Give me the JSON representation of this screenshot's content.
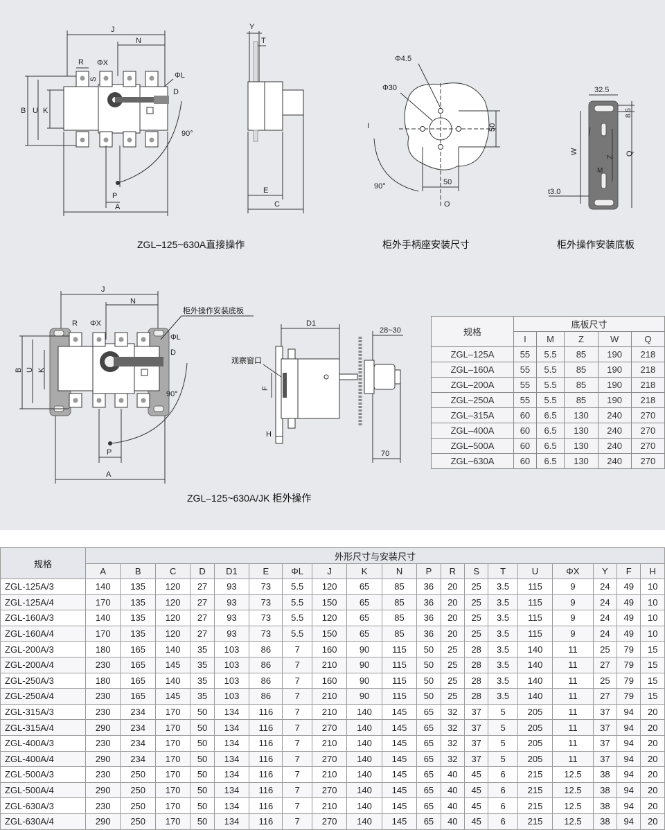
{
  "captions": {
    "direct": "ZGL–125~630A直接操作",
    "handle_seat": "柜外手柄座安装尺寸",
    "base_plate": "柜外操作安装底板",
    "external": "ZGL–125~630A/JK 柜外操作"
  },
  "labels": {
    "J": "J",
    "N": "N",
    "R": "R",
    "S": "S",
    "phiX": "ΦX",
    "phiL": "ΦL",
    "D": "D",
    "B": "B",
    "U": "U",
    "K": "K",
    "P": "P",
    "A": "A",
    "deg90": "90°",
    "Y": "Y",
    "T": "T",
    "E": "E",
    "C": "C",
    "phi45": "Φ4.5",
    "phi30": "Φ30",
    "I": "I",
    "O": "O",
    "n50": "50",
    "n325": "32.5",
    "n85": "8.5",
    "W": "W",
    "Z": "Z",
    "Q": "Q",
    "M": "M",
    "t30": "t3.0",
    "D1": "D1",
    "n2830": "28~30",
    "n70": "70",
    "F": "F",
    "H": "H",
    "window": "观察窗口",
    "plate_note": "柜外操作安装底板"
  },
  "plate_table": {
    "model_header": "规格",
    "group_header": "底板尺寸",
    "columns": [
      "I",
      "M",
      "Z",
      "W",
      "Q"
    ],
    "rows": [
      [
        "ZGL–125A",
        "55",
        "5.5",
        "85",
        "190",
        "218"
      ],
      [
        "ZGL–160A",
        "55",
        "5.5",
        "85",
        "190",
        "218"
      ],
      [
        "ZGL–200A",
        "55",
        "5.5",
        "85",
        "190",
        "218"
      ],
      [
        "ZGL–250A",
        "55",
        "5.5",
        "85",
        "190",
        "218"
      ],
      [
        "ZGL–315A",
        "60",
        "6.5",
        "130",
        "240",
        "270"
      ],
      [
        "ZGL–400A",
        "60",
        "6.5",
        "130",
        "240",
        "270"
      ],
      [
        "ZGL–500A",
        "60",
        "6.5",
        "130",
        "240",
        "270"
      ],
      [
        "ZGL–630A",
        "60",
        "6.5",
        "130",
        "240",
        "270"
      ]
    ]
  },
  "main_table": {
    "model_header": "规格",
    "group_header": "外形尺寸与安装尺寸",
    "columns": [
      "A",
      "B",
      "C",
      "D",
      "D1",
      "E",
      "ΦL",
      "J",
      "K",
      "N",
      "P",
      "R",
      "S",
      "T",
      "U",
      "ΦX",
      "Y",
      "F",
      "H"
    ],
    "rows": [
      [
        "ZGL-125A/3",
        "140",
        "135",
        "120",
        "27",
        "93",
        "73",
        "5.5",
        "120",
        "65",
        "85",
        "36",
        "20",
        "25",
        "3.5",
        "115",
        "9",
        "24",
        "49",
        "10"
      ],
      [
        "ZGL-125A/4",
        "170",
        "135",
        "120",
        "27",
        "93",
        "73",
        "5.5",
        "150",
        "65",
        "85",
        "36",
        "20",
        "25",
        "3.5",
        "115",
        "9",
        "24",
        "49",
        "10"
      ],
      [
        "ZGL-160A/3",
        "140",
        "135",
        "120",
        "27",
        "93",
        "73",
        "5.5",
        "120",
        "65",
        "85",
        "36",
        "20",
        "25",
        "3.5",
        "115",
        "9",
        "24",
        "49",
        "10"
      ],
      [
        "ZGL-160A/4",
        "170",
        "135",
        "120",
        "27",
        "93",
        "73",
        "5.5",
        "150",
        "65",
        "85",
        "36",
        "20",
        "25",
        "3.5",
        "115",
        "9",
        "24",
        "49",
        "10"
      ],
      [
        "ZGL-200A/3",
        "180",
        "165",
        "140",
        "35",
        "103",
        "86",
        "7",
        "160",
        "90",
        "115",
        "50",
        "25",
        "28",
        "3.5",
        "140",
        "11",
        "25",
        "79",
        "15"
      ],
      [
        "ZGL-200A/4",
        "230",
        "165",
        "145",
        "35",
        "103",
        "86",
        "7",
        "210",
        "90",
        "115",
        "50",
        "25",
        "28",
        "3.5",
        "140",
        "11",
        "27",
        "79",
        "15"
      ],
      [
        "ZGL-250A/3",
        "180",
        "165",
        "140",
        "35",
        "103",
        "86",
        "7",
        "160",
        "90",
        "115",
        "50",
        "25",
        "28",
        "3.5",
        "140",
        "11",
        "25",
        "79",
        "15"
      ],
      [
        "ZGL-250A/4",
        "230",
        "165",
        "145",
        "35",
        "103",
        "86",
        "7",
        "210",
        "90",
        "115",
        "50",
        "25",
        "28",
        "3.5",
        "140",
        "11",
        "27",
        "79",
        "15"
      ],
      [
        "ZGL-315A/3",
        "230",
        "234",
        "170",
        "50",
        "134",
        "116",
        "7",
        "210",
        "140",
        "145",
        "65",
        "32",
        "37",
        "5",
        "205",
        "11",
        "37",
        "94",
        "20"
      ],
      [
        "ZGL-315A/4",
        "290",
        "234",
        "170",
        "50",
        "134",
        "116",
        "7",
        "270",
        "140",
        "145",
        "65",
        "32",
        "37",
        "5",
        "205",
        "11",
        "37",
        "94",
        "20"
      ],
      [
        "ZGL-400A/3",
        "230",
        "234",
        "170",
        "50",
        "134",
        "116",
        "7",
        "210",
        "140",
        "145",
        "65",
        "32",
        "37",
        "5",
        "205",
        "11",
        "37",
        "94",
        "20"
      ],
      [
        "ZGL-400A/4",
        "290",
        "234",
        "170",
        "50",
        "134",
        "116",
        "7",
        "270",
        "140",
        "145",
        "65",
        "32",
        "37",
        "5",
        "205",
        "11",
        "37",
        "94",
        "20"
      ],
      [
        "ZGL-500A/3",
        "230",
        "250",
        "170",
        "50",
        "134",
        "116",
        "7",
        "210",
        "140",
        "145",
        "65",
        "40",
        "45",
        "6",
        "215",
        "12.5",
        "38",
        "94",
        "20"
      ],
      [
        "ZGL-500A/4",
        "290",
        "250",
        "170",
        "50",
        "134",
        "116",
        "7",
        "270",
        "140",
        "145",
        "65",
        "40",
        "45",
        "6",
        "215",
        "12.5",
        "38",
        "94",
        "20"
      ],
      [
        "ZGL-630A/3",
        "230",
        "250",
        "170",
        "50",
        "134",
        "116",
        "7",
        "210",
        "140",
        "145",
        "65",
        "40",
        "45",
        "6",
        "215",
        "12.5",
        "38",
        "94",
        "20"
      ],
      [
        "ZGL-630A/4",
        "290",
        "250",
        "170",
        "50",
        "134",
        "116",
        "7",
        "270",
        "140",
        "145",
        "65",
        "40",
        "45",
        "6",
        "215",
        "12.5",
        "38",
        "94",
        "20"
      ]
    ]
  }
}
